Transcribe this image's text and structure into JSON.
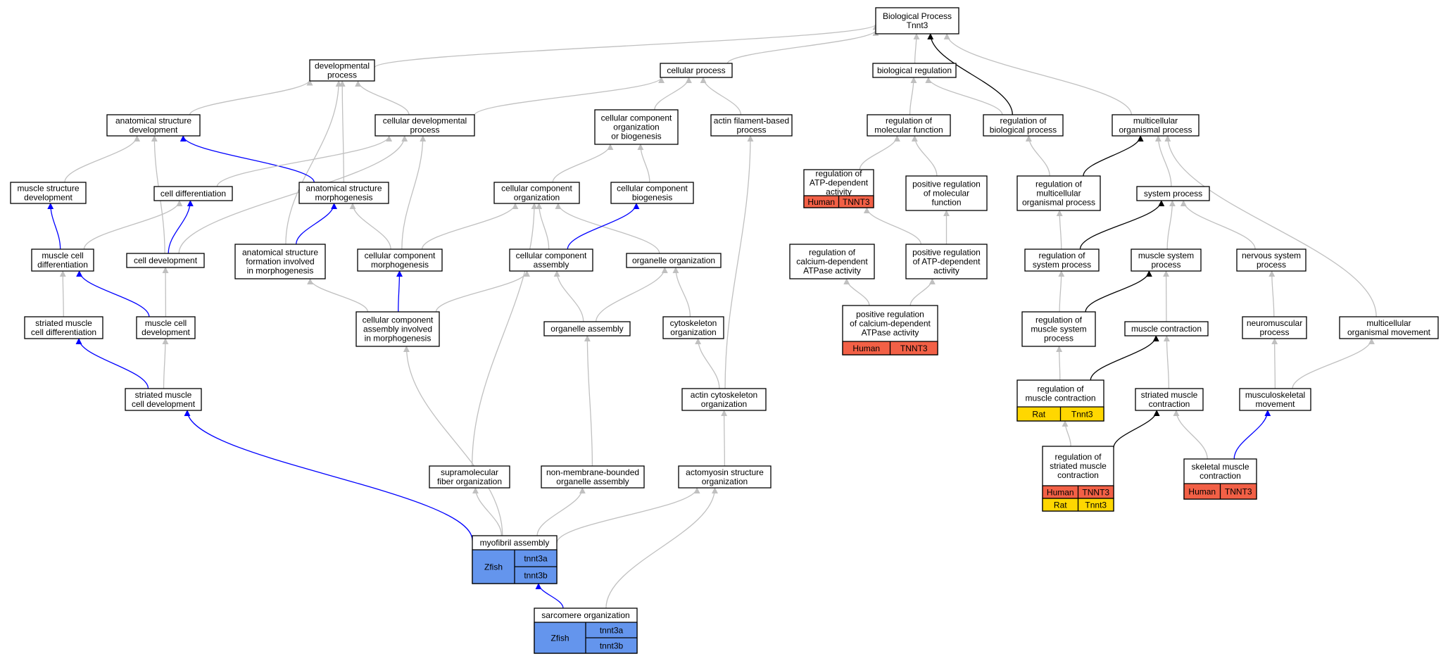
{
  "colors": {
    "is_a": "#c0c0c0",
    "part_of": "#0000ff",
    "regulates": "#000000",
    "human": "#f26046",
    "rat": "#ffd700",
    "zfish": "#6495ed"
  },
  "nodes": [
    {
      "id": "bp",
      "lines": [
        "Biological Process",
        "Tnnt3"
      ]
    },
    {
      "id": "dev_proc",
      "lines": [
        "developmental",
        "process"
      ]
    },
    {
      "id": "cell_proc",
      "lines": [
        "cellular process"
      ]
    },
    {
      "id": "bio_reg",
      "lines": [
        "biological regulation"
      ]
    },
    {
      "id": "anat_dev",
      "lines": [
        "anatomical structure",
        "development"
      ]
    },
    {
      "id": "cell_dev_proc",
      "lines": [
        "cellular developmental",
        "process"
      ]
    },
    {
      "id": "ccob",
      "lines": [
        "cellular component",
        "organization",
        "or biogenesis"
      ]
    },
    {
      "id": "actin_fil",
      "lines": [
        "actin filament-based",
        "process"
      ]
    },
    {
      "id": "reg_mol_fun",
      "lines": [
        "regulation of",
        "molecular function"
      ]
    },
    {
      "id": "reg_bio_proc",
      "lines": [
        "regulation of",
        "biological process"
      ]
    },
    {
      "id": "multi_org",
      "lines": [
        "multicellular",
        "organismal process"
      ]
    },
    {
      "id": "reg_atp",
      "lines": [
        "regulation of",
        "ATP-dependent",
        "activity"
      ],
      "annot": [
        [
          "Human",
          "TNNT3"
        ]
      ]
    },
    {
      "id": "pos_reg_mol",
      "lines": [
        "positive regulation",
        "of molecular",
        "function"
      ]
    },
    {
      "id": "reg_multi",
      "lines": [
        "regulation of",
        "multicellular",
        "organismal process"
      ]
    },
    {
      "id": "muscle_struct_dev",
      "lines": [
        "muscle structure",
        "development"
      ]
    },
    {
      "id": "cell_diff",
      "lines": [
        "cell differentiation"
      ]
    },
    {
      "id": "anat_morph",
      "lines": [
        "anatomical structure",
        "morphogenesis"
      ]
    },
    {
      "id": "cc_org",
      "lines": [
        "cellular component",
        "organization"
      ]
    },
    {
      "id": "cc_bio",
      "lines": [
        "cellular component",
        "biogenesis"
      ]
    },
    {
      "id": "sys_proc",
      "lines": [
        "system process"
      ]
    },
    {
      "id": "reg_ca_atp",
      "lines": [
        "regulation of",
        "calcium-dependent",
        "ATPase activity"
      ]
    },
    {
      "id": "pos_reg_atp",
      "lines": [
        "positive regulation",
        "of ATP-dependent",
        "activity"
      ]
    },
    {
      "id": "muscle_cell_diff",
      "lines": [
        "muscle cell",
        "differentiation"
      ]
    },
    {
      "id": "cell_dev",
      "lines": [
        "cell development"
      ]
    },
    {
      "id": "anat_form",
      "lines": [
        "anatomical structure",
        "formation involved",
        "in morphogenesis"
      ]
    },
    {
      "id": "cc_morph",
      "lines": [
        "cellular component",
        "morphogenesis"
      ]
    },
    {
      "id": "cc_assembly",
      "lines": [
        "cellular component",
        "assembly"
      ]
    },
    {
      "id": "organelle_org",
      "lines": [
        "organelle organization"
      ]
    },
    {
      "id": "reg_sys",
      "lines": [
        "regulation of",
        "system process"
      ]
    },
    {
      "id": "muscle_sys",
      "lines": [
        "muscle system",
        "process"
      ]
    },
    {
      "id": "nervous_sys",
      "lines": [
        "nervous system",
        "process"
      ]
    },
    {
      "id": "pos_reg_ca_atp",
      "lines": [
        "positive regulation",
        "of calcium-dependent",
        "ATPase activity"
      ],
      "annot": [
        [
          "Human",
          "TNNT3"
        ]
      ]
    },
    {
      "id": "striated_diff",
      "lines": [
        "striated muscle",
        "cell differentiation"
      ]
    },
    {
      "id": "muscle_cell_dev",
      "lines": [
        "muscle cell",
        "development"
      ]
    },
    {
      "id": "cc_assembly_morph",
      "lines": [
        "cellular component",
        "assembly involved",
        "in morphogenesis"
      ]
    },
    {
      "id": "organelle_assembly",
      "lines": [
        "organelle assembly"
      ]
    },
    {
      "id": "cytoskel_org",
      "lines": [
        "cytoskeleton",
        "organization"
      ]
    },
    {
      "id": "reg_muscle_sys",
      "lines": [
        "regulation of",
        "muscle system",
        "process"
      ]
    },
    {
      "id": "muscle_contraction",
      "lines": [
        "muscle contraction"
      ]
    },
    {
      "id": "neuromuscular",
      "lines": [
        "neuromuscular",
        "process"
      ]
    },
    {
      "id": "multi_movement",
      "lines": [
        "multicellular",
        "organismal movement"
      ]
    },
    {
      "id": "striated_cell_dev",
      "lines": [
        "striated muscle",
        "cell development"
      ]
    },
    {
      "id": "actin_cytoskel",
      "lines": [
        "actin cytoskeleton",
        "organization"
      ]
    },
    {
      "id": "reg_muscle_contr",
      "lines": [
        "regulation of",
        "muscle contraction"
      ],
      "annot": [
        [
          "Rat",
          "Tnnt3"
        ]
      ]
    },
    {
      "id": "striated_contr",
      "lines": [
        "striated muscle",
        "contraction"
      ]
    },
    {
      "id": "musculoskeletal",
      "lines": [
        "musculoskeletal",
        "movement"
      ]
    },
    {
      "id": "reg_striated_contr",
      "lines": [
        "regulation of",
        "striated muscle",
        "contraction"
      ],
      "annot": [
        [
          "Human",
          "TNNT3"
        ],
        [
          "Rat",
          "Tnnt3"
        ]
      ]
    },
    {
      "id": "supramol",
      "lines": [
        "supramolecular",
        "fiber organization"
      ]
    },
    {
      "id": "nonmem",
      "lines": [
        "non-membrane-bounded",
        "organelle assembly"
      ]
    },
    {
      "id": "actomyosin",
      "lines": [
        "actomyosin structure",
        "organization"
      ]
    },
    {
      "id": "skeletal_contr",
      "lines": [
        "skeletal muscle",
        "contraction"
      ],
      "annot": [
        [
          "Human",
          "TNNT3"
        ]
      ]
    },
    {
      "id": "myofibril",
      "lines": [
        "myofibril assembly"
      ],
      "annot_group": {
        "species": "Zfish",
        "genes": [
          "tnnt3a",
          "tnnt3b"
        ]
      }
    },
    {
      "id": "sarcomere",
      "lines": [
        "sarcomere organization"
      ],
      "annot_group": {
        "species": "Zfish",
        "genes": [
          "tnnt3a",
          "tnnt3b"
        ]
      }
    }
  ],
  "edges": [
    {
      "from": "dev_proc",
      "to": "bp",
      "type": "is_a"
    },
    {
      "from": "cell_proc",
      "to": "bp",
      "type": "is_a"
    },
    {
      "from": "bio_reg",
      "to": "bp",
      "type": "is_a"
    },
    {
      "from": "reg_bio_proc",
      "to": "bp",
      "type": "regulates"
    },
    {
      "from": "multi_org",
      "to": "bp",
      "type": "is_a"
    },
    {
      "from": "anat_dev",
      "to": "dev_proc",
      "type": "is_a"
    },
    {
      "from": "cell_dev_proc",
      "to": "dev_proc",
      "type": "is_a"
    },
    {
      "from": "anat_form",
      "to": "dev_proc",
      "type": "is_a"
    },
    {
      "from": "anat_morph",
      "to": "dev_proc",
      "type": "is_a"
    },
    {
      "from": "cell_dev_proc",
      "to": "cell_proc",
      "type": "is_a"
    },
    {
      "from": "ccob",
      "to": "cell_proc",
      "type": "is_a"
    },
    {
      "from": "actin_fil",
      "to": "cell_proc",
      "type": "is_a"
    },
    {
      "from": "reg_mol_fun",
      "to": "bio_reg",
      "type": "is_a"
    },
    {
      "from": "reg_bio_proc",
      "to": "bio_reg",
      "type": "is_a"
    },
    {
      "from": "muscle_struct_dev",
      "to": "anat_dev",
      "type": "is_a"
    },
    {
      "from": "anat_morph",
      "to": "anat_dev",
      "type": "part_of"
    },
    {
      "from": "cell_dev",
      "to": "anat_dev",
      "type": "is_a"
    },
    {
      "from": "cell_diff",
      "to": "cell_dev_proc",
      "type": "is_a"
    },
    {
      "from": "cell_dev",
      "to": "cell_dev_proc",
      "type": "is_a"
    },
    {
      "from": "cc_morph",
      "to": "cell_dev_proc",
      "type": "is_a"
    },
    {
      "from": "cc_org",
      "to": "ccob",
      "type": "is_a"
    },
    {
      "from": "cc_bio",
      "to": "ccob",
      "type": "is_a"
    },
    {
      "from": "actin_cytoskel",
      "to": "actin_fil",
      "type": "is_a"
    },
    {
      "from": "reg_atp",
      "to": "reg_mol_fun",
      "type": "is_a"
    },
    {
      "from": "pos_reg_mol",
      "to": "reg_mol_fun",
      "type": "is_a"
    },
    {
      "from": "reg_multi",
      "to": "reg_bio_proc",
      "type": "is_a"
    },
    {
      "from": "reg_multi",
      "to": "multi_org",
      "type": "regulates"
    },
    {
      "from": "sys_proc",
      "to": "multi_org",
      "type": "is_a"
    },
    {
      "from": "multi_movement",
      "to": "multi_org",
      "type": "is_a"
    },
    {
      "from": "pos_reg_atp",
      "to": "pos_reg_mol",
      "type": "is_a"
    },
    {
      "from": "pos_reg_atp",
      "to": "reg_atp",
      "type": "is_a"
    },
    {
      "from": "reg_sys",
      "to": "reg_multi",
      "type": "is_a"
    },
    {
      "from": "reg_sys",
      "to": "sys_proc",
      "type": "regulates"
    },
    {
      "from": "muscle_sys",
      "to": "sys_proc",
      "type": "is_a"
    },
    {
      "from": "nervous_sys",
      "to": "sys_proc",
      "type": "is_a"
    },
    {
      "from": "muscle_cell_diff",
      "to": "muscle_struct_dev",
      "type": "part_of"
    },
    {
      "from": "muscle_cell_diff",
      "to": "cell_diff",
      "type": "is_a"
    },
    {
      "from": "cell_dev",
      "to": "cell_diff",
      "type": "part_of"
    },
    {
      "from": "anat_form",
      "to": "anat_morph",
      "type": "part_of"
    },
    {
      "from": "cc_morph",
      "to": "anat_morph",
      "type": "is_a"
    },
    {
      "from": "cc_morph",
      "to": "cc_org",
      "type": "is_a"
    },
    {
      "from": "cc_assembly",
      "to": "cc_org",
      "type": "is_a"
    },
    {
      "from": "organelle_org",
      "to": "cc_org",
      "type": "is_a"
    },
    {
      "from": "supramol",
      "to": "cc_org",
      "type": "is_a"
    },
    {
      "from": "cc_assembly",
      "to": "cc_bio",
      "type": "part_of"
    },
    {
      "from": "pos_reg_ca_atp",
      "to": "reg_ca_atp",
      "type": "is_a"
    },
    {
      "from": "pos_reg_ca_atp",
      "to": "pos_reg_atp",
      "type": "is_a"
    },
    {
      "from": "striated_diff",
      "to": "muscle_cell_diff",
      "type": "is_a"
    },
    {
      "from": "muscle_cell_dev",
      "to": "muscle_cell_diff",
      "type": "part_of"
    },
    {
      "from": "muscle_cell_dev",
      "to": "cell_dev",
      "type": "is_a"
    },
    {
      "from": "cc_assembly_morph",
      "to": "anat_form",
      "type": "is_a"
    },
    {
      "from": "cc_assembly_morph",
      "to": "cc_morph",
      "type": "part_of"
    },
    {
      "from": "cc_assembly_morph",
      "to": "cc_assembly",
      "type": "is_a"
    },
    {
      "from": "organelle_assembly",
      "to": "cc_assembly",
      "type": "is_a"
    },
    {
      "from": "organelle_assembly",
      "to": "organelle_org",
      "type": "is_a"
    },
    {
      "from": "cytoskel_org",
      "to": "organelle_org",
      "type": "is_a"
    },
    {
      "from": "reg_muscle_sys",
      "to": "reg_sys",
      "type": "is_a"
    },
    {
      "from": "reg_muscle_sys",
      "to": "muscle_sys",
      "type": "regulates"
    },
    {
      "from": "muscle_contraction",
      "to": "muscle_sys",
      "type": "is_a"
    },
    {
      "from": "neuromuscular",
      "to": "nervous_sys",
      "type": "is_a"
    },
    {
      "from": "striated_cell_dev",
      "to": "striated_diff",
      "type": "part_of"
    },
    {
      "from": "striated_cell_dev",
      "to": "muscle_cell_dev",
      "type": "is_a"
    },
    {
      "from": "actin_cytoskel",
      "to": "cytoskel_org",
      "type": "is_a"
    },
    {
      "from": "reg_muscle_contr",
      "to": "reg_muscle_sys",
      "type": "is_a"
    },
    {
      "from": "reg_muscle_contr",
      "to": "muscle_contraction",
      "type": "regulates"
    },
    {
      "from": "striated_contr",
      "to": "muscle_contraction",
      "type": "is_a"
    },
    {
      "from": "musculoskeletal",
      "to": "neuromuscular",
      "type": "is_a"
    },
    {
      "from": "musculoskeletal",
      "to": "multi_movement",
      "type": "is_a"
    },
    {
      "from": "reg_striated_contr",
      "to": "reg_muscle_contr",
      "type": "is_a"
    },
    {
      "from": "reg_striated_contr",
      "to": "striated_contr",
      "type": "regulates"
    },
    {
      "from": "skeletal_contr",
      "to": "striated_contr",
      "type": "is_a"
    },
    {
      "from": "skeletal_contr",
      "to": "musculoskeletal",
      "type": "part_of"
    },
    {
      "from": "actomyosin",
      "to": "actin_cytoskel",
      "type": "is_a"
    },
    {
      "from": "nonmem",
      "to": "organelle_assembly",
      "type": "is_a"
    },
    {
      "from": "myofibril",
      "to": "striated_cell_dev",
      "type": "part_of"
    },
    {
      "from": "myofibril",
      "to": "cc_assembly_morph",
      "type": "is_a"
    },
    {
      "from": "myofibril",
      "to": "supramol",
      "type": "is_a"
    },
    {
      "from": "myofibril",
      "to": "nonmem",
      "type": "is_a"
    },
    {
      "from": "myofibril",
      "to": "actomyosin",
      "type": "is_a"
    },
    {
      "from": "sarcomere",
      "to": "myofibril",
      "type": "part_of"
    },
    {
      "from": "sarcomere",
      "to": "actomyosin",
      "type": "is_a"
    }
  ]
}
